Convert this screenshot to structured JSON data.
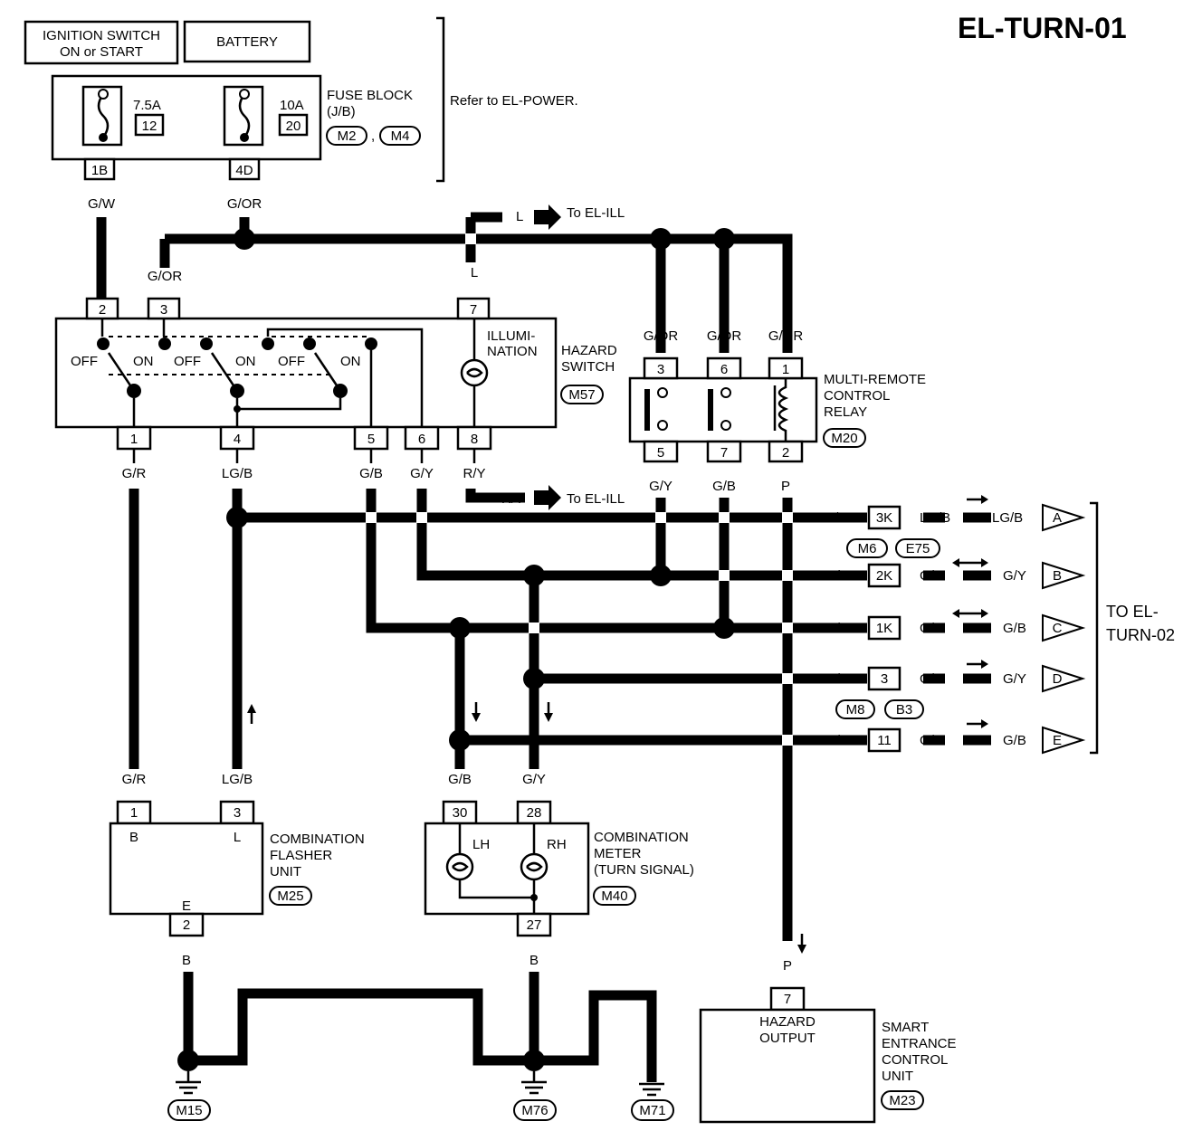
{
  "title": "EL-TURN-01",
  "sources": {
    "ignition": [
      "IGNITION SWITCH",
      "ON or START"
    ],
    "battery": "BATTERY"
  },
  "fuse_block": {
    "fuse1_rating": "7.5A",
    "fuse1_no": "12",
    "fuse2_rating": "10A",
    "fuse2_no": "20",
    "label": [
      "FUSE BLOCK",
      "(J/B)"
    ],
    "conn_a": "M2",
    "conn_sep": ",",
    "conn_b": "M4",
    "pin1": "1B",
    "pin2": "4D",
    "refer": "Refer to EL-POWER."
  },
  "hazard_switch": {
    "label": [
      "HAZARD",
      "SWITCH"
    ],
    "connector": "M57",
    "illum": [
      "ILLUMI-",
      "NATION"
    ],
    "off": "OFF",
    "on": "ON",
    "pins_top": [
      "2",
      "3",
      "7"
    ],
    "pins_bottom": [
      "1",
      "4",
      "5",
      "6",
      "8"
    ]
  },
  "relay": {
    "label": [
      "MULTI-REMOTE",
      "CONTROL",
      "RELAY"
    ],
    "connector": "M20",
    "pins_top": [
      "3",
      "6",
      "1"
    ],
    "pins_bottom": [
      "5",
      "7",
      "2"
    ]
  },
  "wires": {
    "gw": "G/W",
    "gor": "G/OR",
    "l": "L",
    "gr": "G/R",
    "lgb": "LG/B",
    "gb": "G/B",
    "gy": "G/Y",
    "ry": "R/Y",
    "p": "P",
    "b": "B"
  },
  "refs": {
    "ill_l": "To EL-ILL",
    "ill_ry": "To EL-ILL"
  },
  "outputs": {
    "label": [
      "TO EL-",
      "TURN-02"
    ],
    "rows": [
      {
        "left": "LG/B",
        "pin": "3K",
        "right": "LG/B",
        "far": "LG/B",
        "id": "A"
      },
      {
        "left": "G/Y",
        "pin": "2K",
        "right": "G/Y",
        "far": "G/Y",
        "id": "B"
      },
      {
        "left": "G/B",
        "pin": "1K",
        "right": "G/B",
        "far": "G/B",
        "id": "C"
      },
      {
        "left": "G/Y",
        "pin": "3",
        "right": "G/Y",
        "far": "G/Y",
        "id": "D"
      },
      {
        "left": "G/B",
        "pin": "11",
        "right": "G/B",
        "far": "G/B",
        "id": "E"
      }
    ],
    "conn_pair1": [
      "M6",
      "E75"
    ],
    "conn_pair2": [
      "M8",
      "B3"
    ]
  },
  "flasher": {
    "label": [
      "COMBINATION",
      "FLASHER",
      "UNIT"
    ],
    "connector": "M25",
    "pin_b": "1",
    "pin_l": "3",
    "pin_e": "2",
    "term_b": "B",
    "term_l": "L",
    "term_e": "E"
  },
  "meter": {
    "label": [
      "COMBINATION",
      "METER",
      "(TURN SIGNAL)"
    ],
    "connector": "M40",
    "pin_lh": "30",
    "pin_rh": "28",
    "pin_gnd": "27",
    "lh": "LH",
    "rh": "RH"
  },
  "smart": {
    "label": [
      "SMART",
      "ENTRANCE",
      "CONTROL",
      "UNIT"
    ],
    "connector": "M23",
    "pin": "7",
    "output": [
      "HAZARD",
      "OUTPUT"
    ]
  },
  "grounds": [
    "M15",
    "M76",
    "M71"
  ]
}
